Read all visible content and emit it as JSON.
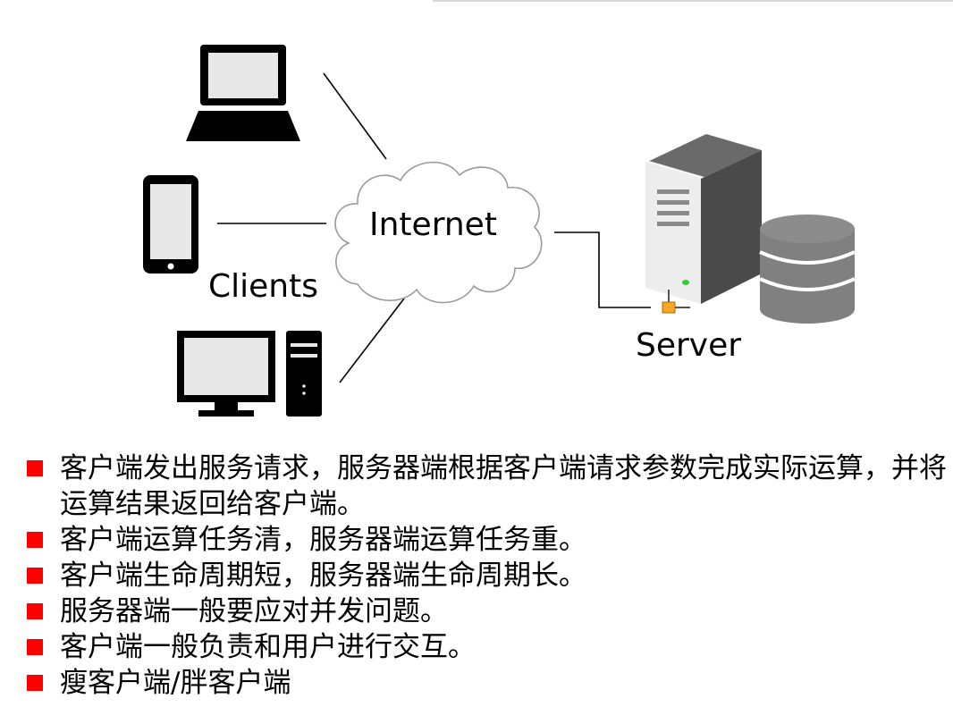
{
  "diagram": {
    "labels": {
      "internet": "Internet",
      "clients": "Clients",
      "server": "Server"
    },
    "icons": [
      "laptop-icon",
      "phone-icon",
      "desktop-icon",
      "cloud-icon",
      "server-icon",
      "database-icon"
    ]
  },
  "bullets": [
    "客户端发出服务请求，服务器端根据客户端请求参数完成实际运算，并将运算结果返回给客户端。",
    "客户端运算任务清，服务器端运算任务重。",
    "客户端生命周期短，服务器端生命周期长。",
    "服务器端一般要应对并发问题。",
    "客户端一般负责和用户进行交互。",
    "瘦客户端/胖客户端"
  ],
  "colors": {
    "bullet": "#ff0000",
    "icon_dark": "#000000",
    "server_body": "#e8e8e8",
    "database": "#808080"
  }
}
